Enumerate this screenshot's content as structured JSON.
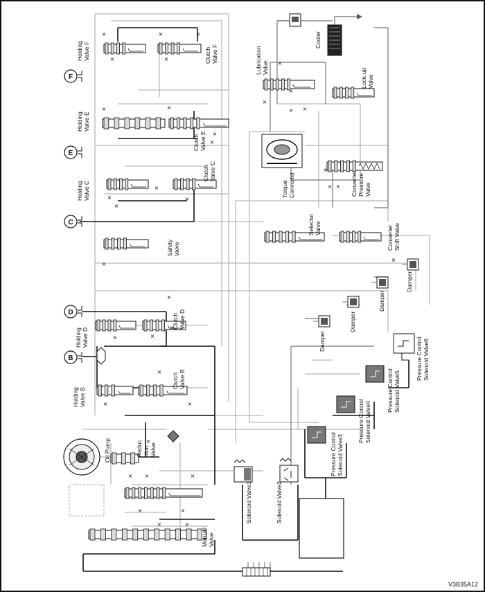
{
  "figure_code": "V3B35A12",
  "port_circles": [
    "F",
    "E",
    "C",
    "D",
    "B"
  ],
  "labels": {
    "holding_valve_f": [
      "Holding",
      "Valve F"
    ],
    "clutch_valve_f": [
      "Clutch",
      "Valve F"
    ],
    "holding_valve_e": [
      "Holding",
      "Valve E"
    ],
    "clutch_valve_e": [
      "Clutch",
      "Valve E"
    ],
    "holding_valve_c": [
      "Holding",
      "Valve C"
    ],
    "clutch_valve_c": [
      "Clutch",
      "Valve C"
    ],
    "safety_valve": [
      "Safety",
      "Valve"
    ],
    "holding_valve_d": [
      "Holding",
      "Valve D"
    ],
    "clutch_valve_d": [
      "Clutch",
      "Valve D"
    ],
    "holding_valve_b": [
      "Holding",
      "Valve B"
    ],
    "clutch_valve_b": [
      "Clutch",
      "Valve B"
    ],
    "oil_pump": [
      "Oil Pump"
    ],
    "reduction_valve": [
      "Reduc",
      "-tion",
      "Valve"
    ],
    "manual_valve": [
      "Manual",
      "Valve"
    ],
    "lubrication_valve": [
      "Lubrication",
      "Valve"
    ],
    "cooler": [
      "Cooler"
    ],
    "lockup_valve": [
      "Lock-up",
      "Valve"
    ],
    "torque_converter": [
      "Torque",
      "Converter"
    ],
    "converter_pressure_valve": [
      "Converter",
      "Pressure",
      "Valve"
    ],
    "selector_valve": [
      "Selector",
      "Valve"
    ],
    "converter_shift_valve": [
      "Converter",
      "Shift Valve"
    ],
    "damper": [
      "Damper"
    ],
    "pcsv6": [
      "Pressure Control",
      "Solenoid Valve6"
    ],
    "pcsv5": [
      "Pressure Control",
      "Solenoid Valve5"
    ],
    "pcsv4": [
      "Pressure Control",
      "Solenoid Valve4"
    ],
    "pcsv3": [
      "Pressure Control",
      "Solenoid Valve3"
    ],
    "solenoid_valve1": [
      "Solenoid Valve1"
    ],
    "solenoid_valve2": [
      "Solenoid Valve2"
    ]
  },
  "colors": {
    "line_dark": "#111111",
    "line_mid": "#8a8a8a",
    "line_light": "#b8b8b8",
    "solenoid_fill": "#777777"
  }
}
